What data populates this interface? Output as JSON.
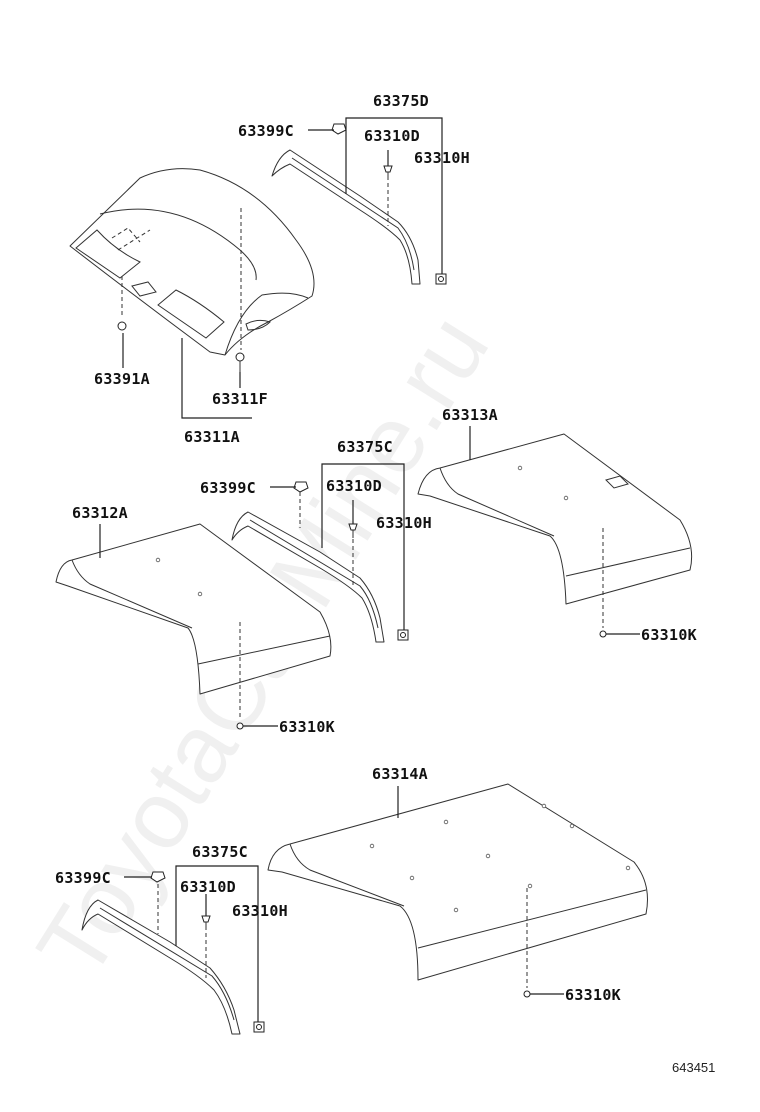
{
  "watermark": "ToyotaCarMine.ru",
  "diagram_id": "643451",
  "groups": [
    {
      "name": "top",
      "labels": {
        "a": "63375D",
        "b": "63399C",
        "c": "63310D",
        "d": "63310H",
        "e": "63391A",
        "f": "63311F",
        "g": "63311A"
      }
    },
    {
      "name": "middle",
      "labels": {
        "a": "63375C",
        "b": "63399C",
        "c": "63310D",
        "d": "63310H",
        "e": "63312A",
        "f": "63313A",
        "g": "63310K",
        "h": "63310K"
      }
    },
    {
      "name": "bottom",
      "labels": {
        "a": "63375C",
        "b": "63399C",
        "c": "63310D",
        "d": "63310H",
        "e": "63314A",
        "f": "63310K"
      }
    }
  ]
}
